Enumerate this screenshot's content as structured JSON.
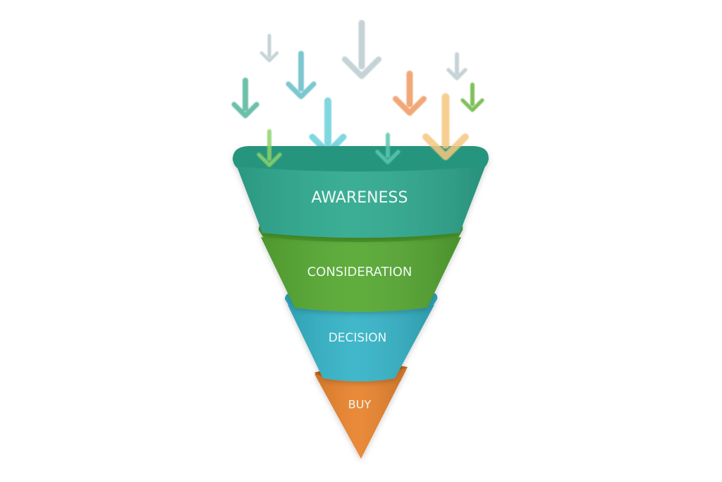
{
  "diagram": {
    "type": "marketing-funnel",
    "stages": [
      {
        "label": "AWARENESS",
        "color": "#2fa98f",
        "rim": "#26957d",
        "dark": "#1f7d69"
      },
      {
        "label": "CONSIDERATION",
        "color": "#56a832",
        "rim": "#4b962b",
        "dark": "#3c7f22"
      },
      {
        "label": "DECISION",
        "color": "#35b3c7",
        "rim": "#2ea0b3",
        "dark": "#24899a"
      },
      {
        "label": "BUY",
        "color": "#e8832d",
        "rim": "#d77423",
        "dark": "#b95f1a"
      }
    ],
    "arrows": [
      {
        "color": "#c5d3d6"
      },
      {
        "color": "#7cc7cf"
      },
      {
        "color": "#c5d3d6"
      },
      {
        "color": "#6cc0aa"
      },
      {
        "color": "#7fd7df"
      },
      {
        "color": "#f0a878"
      },
      {
        "color": "#c5d3d6"
      },
      {
        "color": "#7fc05a"
      },
      {
        "color": "#f6c77f"
      },
      {
        "color": "#8fd36a"
      },
      {
        "color": "#5cc7b4"
      }
    ]
  }
}
